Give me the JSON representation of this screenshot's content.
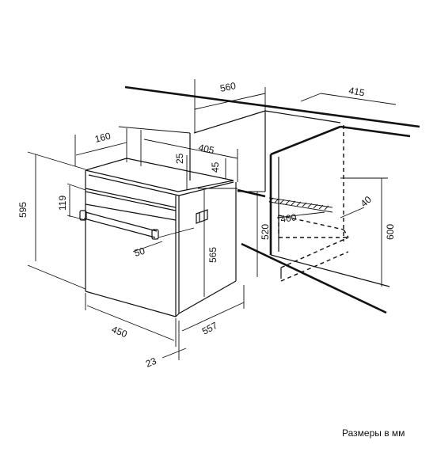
{
  "dimensions": {
    "cabinet_width": "560",
    "niche_depth": "415",
    "top_depth": "405",
    "offset_top": "160",
    "panel_25": "25",
    "panel_45": "45",
    "height_595": "595",
    "door_119": "119",
    "niche_520": "520",
    "body_565": "565",
    "handle_50": "50",
    "width_450": "450",
    "depth_557": "557",
    "front_23": "23",
    "niche_400": "400",
    "gap_40": "40",
    "niche_height_600": "600"
  },
  "note": "Размеры в мм"
}
